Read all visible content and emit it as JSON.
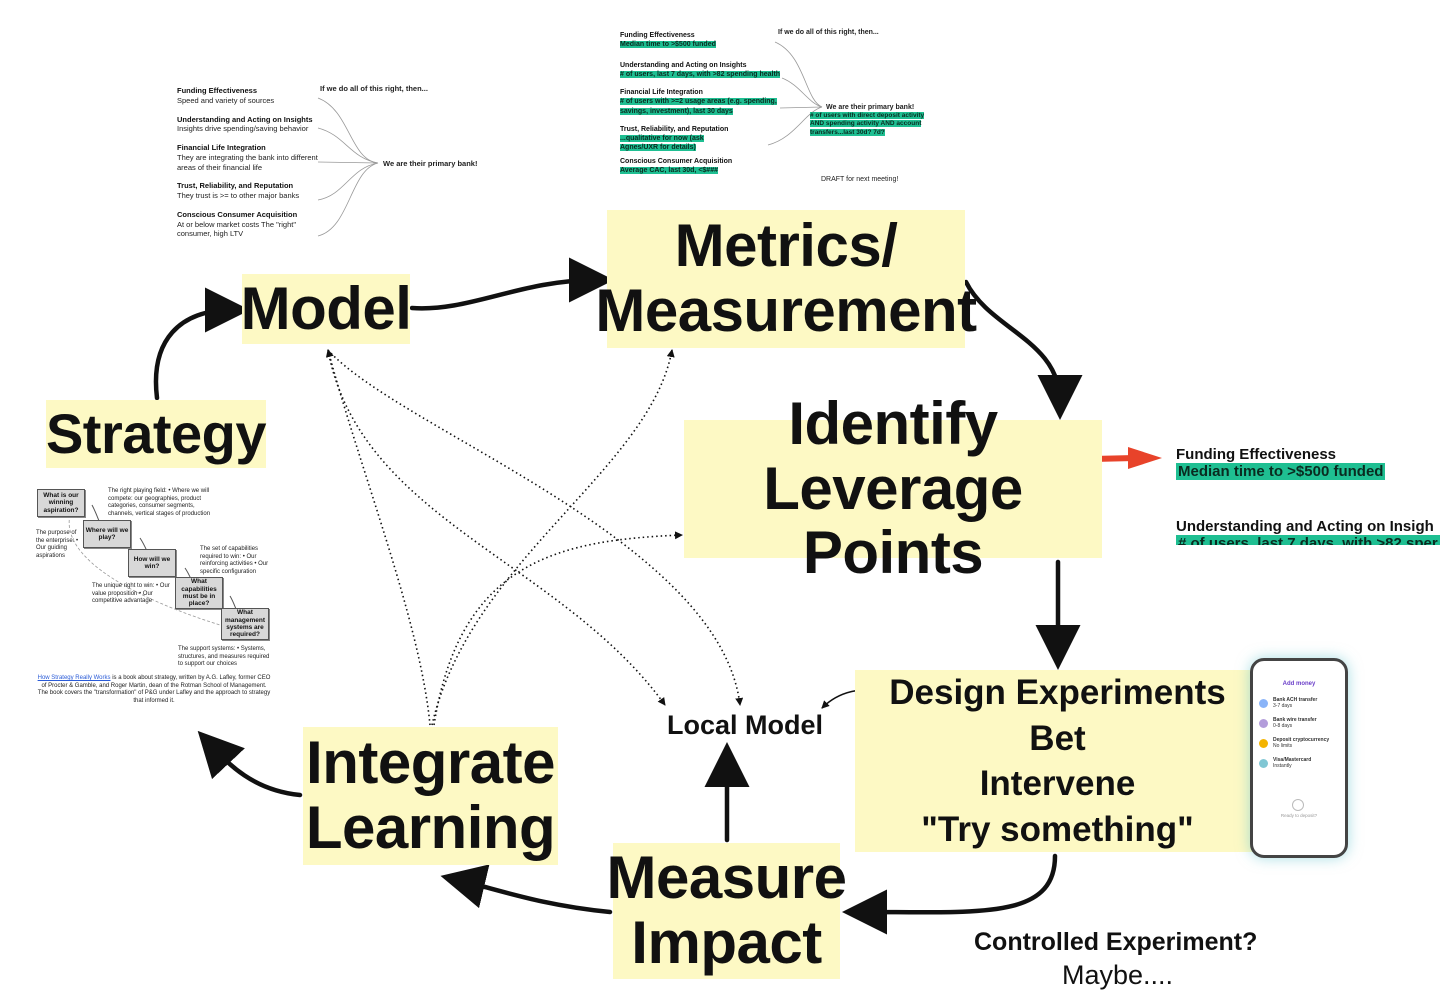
{
  "nodes": {
    "model": "Model",
    "metrics_line1": "Metrics/",
    "metrics_line2": "Measurement",
    "strategy": "Strategy",
    "identify_line1": "Identify",
    "identify_line2": "Leverage Points",
    "design_line1": "Design Experiments",
    "design_line2": "Bet",
    "design_line3": "Intervene",
    "design_line4": "\"Try something\"",
    "integrate_line1": "Integrate",
    "integrate_line2": "Learning",
    "measure_line1": "Measure",
    "measure_line2": "Impact",
    "local_model": "Local Model"
  },
  "controlled": {
    "question": "Controlled Experiment?",
    "answer": "Maybe...."
  },
  "model_note": {
    "header": "If we do all of this right, then...",
    "items": [
      {
        "title": "Funding Effectiveness",
        "desc": "Speed and variety of sources"
      },
      {
        "title": "Understanding and Acting on Insights",
        "desc": "Insights drive spending/saving behavior"
      },
      {
        "title": "Financial Life Integration",
        "desc": "They are integrating the bank into different areas of their financial life"
      },
      {
        "title": "Trust, Reliability, and Reputation",
        "desc": "They trust is >= to other major banks"
      },
      {
        "title": "Conscious Consumer Acquisition",
        "desc": "At or below market costs The \"right\" consumer, high LTV"
      }
    ],
    "outcome": "We are their primary bank!"
  },
  "metrics_note": {
    "header": "If we do all of this right, then...",
    "items": [
      {
        "title": "Funding Effectiveness",
        "metric": "Median time to >$500 funded"
      },
      {
        "title": "Understanding and Acting on Insights",
        "metric": "# of users, last 7 days, with >82 spending health"
      },
      {
        "title": "Financial Life Integration",
        "metric": "# of users with >=2 usage areas (e.g. spending, savings, investment), last 30 days"
      },
      {
        "title": "Trust, Reliability, and Reputation",
        "metric": "...qualitative for now (ask Agnes/UXR for details)"
      },
      {
        "title": "Conscious Consumer Acquisition",
        "metric": "Average CAC, last 30d, <$###"
      }
    ],
    "outcome": "We are their primary bank!",
    "outcome_metric": "# of users with direct deposit activity AND spending activity AND account transfers...last 30d? 7d?",
    "draft": "DRAFT for next meeting!"
  },
  "leverage_note": {
    "item1_title": "Funding Effectiveness",
    "item1_metric": "Median time to >$500 funded",
    "item2_title": "Understanding and Acting on Insigh",
    "item2_metric": "# of users, last 7 days, with >82 sper"
  },
  "strategy_note": {
    "boxes": [
      "What is our winning aspiration?",
      "Where will we play?",
      "How will we win?",
      "What capabilities must be in place?",
      "What management systems are required?"
    ],
    "side_texts": [
      "The right playing field: • Where we will compete: our geographies, product categories, consumer segments, channels, vertical stages of production",
      "The purpose of the enterprise: • Our guiding aspirations",
      "The set of capabilities required to win: • Our reinforcing activities • Our specific configuration",
      "The unique right to win: • Our value proposition • Our competitive advantage",
      "The support systems: • Systems, structures, and measures required to support our choices"
    ],
    "link": "How Strategy Really Works",
    "caption": " is a book about strategy, written by A.G. Lafley, former CEO of Procter & Gamble, and Roger Martin, dean of the Rotman School of Management. The book covers the \"transformation\" of P&G under Lafley and the approach to strategy that informed it."
  },
  "phone": {
    "title": "Add money",
    "options": [
      {
        "name": "Bank ACH transfer",
        "detail": "3-7 days"
      },
      {
        "name": "Bank wire transfer",
        "detail": "0-8 days"
      },
      {
        "name": "Deposit cryptocurrency",
        "detail": "No limits"
      },
      {
        "name": "Visa/Mastercard",
        "detail": "Instantly"
      }
    ],
    "footer": "Ready to deposit?"
  },
  "colors": {
    "highlight": "#fdf9c4",
    "metric_teal": "#1fbf92",
    "red_arrow": "#e8432a",
    "arrow": "#111111"
  }
}
